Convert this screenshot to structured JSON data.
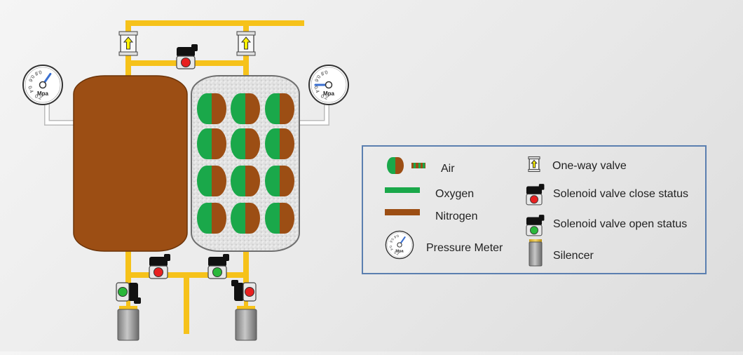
{
  "gauges": {
    "ticks": [
      "0.2",
      "0.4",
      "0.6",
      "0.8"
    ],
    "unit": "Mpa"
  },
  "legend": {
    "items": [
      {
        "id": "air",
        "label": "Air"
      },
      {
        "id": "oxygen",
        "label": "Oxygen"
      },
      {
        "id": "nitrogen",
        "label": "Nitrogen"
      },
      {
        "id": "pressure-meter",
        "label": "Pressure Meter"
      },
      {
        "id": "one-way-valve",
        "label": "One-way valve"
      },
      {
        "id": "solenoid-close",
        "label": "Solenoid valve close status"
      },
      {
        "id": "solenoid-open",
        "label": "Solenoid valve open status"
      },
      {
        "id": "silencer",
        "label": "Silencer"
      }
    ]
  },
  "colors": {
    "pipe": "#f6c21a",
    "nitrogen": "#9c4e14",
    "oxygen": "#1aa84a",
    "valve_closed": "#e82020",
    "valve_open": "#2ab83a",
    "legend_border": "#5b7fb0"
  }
}
